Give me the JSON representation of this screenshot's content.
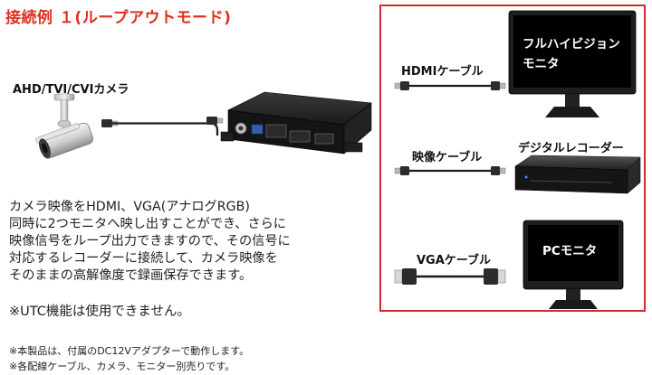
{
  "title": "接続例 １(ループアウトモード)",
  "camera_label": "AHD/TVI/CVIカメラ",
  "description_lines": [
    "カメラ映像をHDMI、VGA(アナログRGB)",
    "同時に2つモニタへ映し出すことができ、さらに",
    "映像信号をループ出力できますので、その信号に",
    "対応するレコーダーに接続して、カメラ映像を",
    "そのままの高解像度で録画保存できます。"
  ],
  "utc_note": "※UTC機能は使用できません。",
  "footnotes": [
    "※本製品は、付属のDC12Vアダプターで動作します。",
    "※各配線ケーブル、カメラ、モニター別売りです。"
  ],
  "connections": {
    "hdmi_cable": "HDMIケーブル",
    "hdmi_monitor_lines": [
      "フルハイビジョン",
      "モニタ"
    ],
    "video_cable": "映像ケーブル",
    "recorder": "デジタルレコーダー",
    "vga_cable": "VGAケーブル",
    "pc_monitor": "PCモニタ"
  },
  "colors": {
    "title": "#e0301e",
    "frame": "#d42a2a"
  }
}
